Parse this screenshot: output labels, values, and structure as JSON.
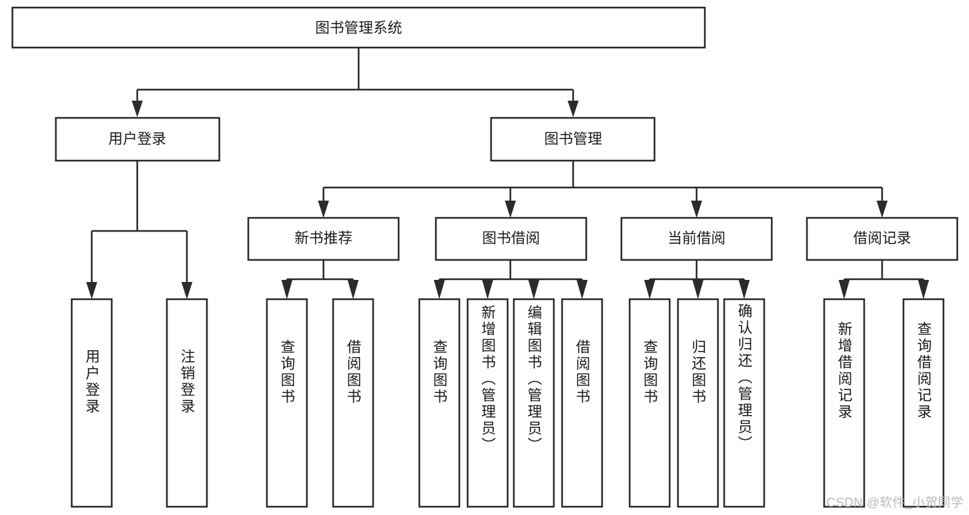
{
  "diagram": {
    "title": "图书管理系统",
    "type": "hierarchy-tree",
    "orientation": "top-down",
    "colors": {
      "node_fill": "#ffffff",
      "node_stroke": "#2b2b2b",
      "connector": "#2b2b2b",
      "text": "#1a1a1a",
      "watermark": "#b9b9b9",
      "background": "#ffffff"
    },
    "root": {
      "label": "图书管理系统"
    },
    "level2": [
      {
        "label": "用户登录"
      },
      {
        "label": "图书管理"
      }
    ],
    "level3": [
      {
        "label": "新书推荐"
      },
      {
        "label": "图书借阅"
      },
      {
        "label": "当前借阅"
      },
      {
        "label": "借阅记录"
      }
    ],
    "leaves": {
      "user_login": [
        {
          "label": "用户登录"
        },
        {
          "label": "注销登录"
        }
      ],
      "new_book_recommend": [
        {
          "label": "查询图书"
        },
        {
          "label": "借阅图书"
        }
      ],
      "book_borrow": [
        {
          "label": "查询图书"
        },
        {
          "label": "新增图书（管理员）"
        },
        {
          "label": "编辑图书（管理员）"
        },
        {
          "label": "借阅图书"
        }
      ],
      "current_borrow": [
        {
          "label": "查询图书"
        },
        {
          "label": "归还图书"
        },
        {
          "label": "确认归还（管理员）"
        }
      ],
      "borrow_record": [
        {
          "label": "新增借阅记录"
        },
        {
          "label": "查询借阅记录"
        }
      ]
    }
  },
  "watermark": {
    "text": "CSDN @软件_小贺同学"
  }
}
